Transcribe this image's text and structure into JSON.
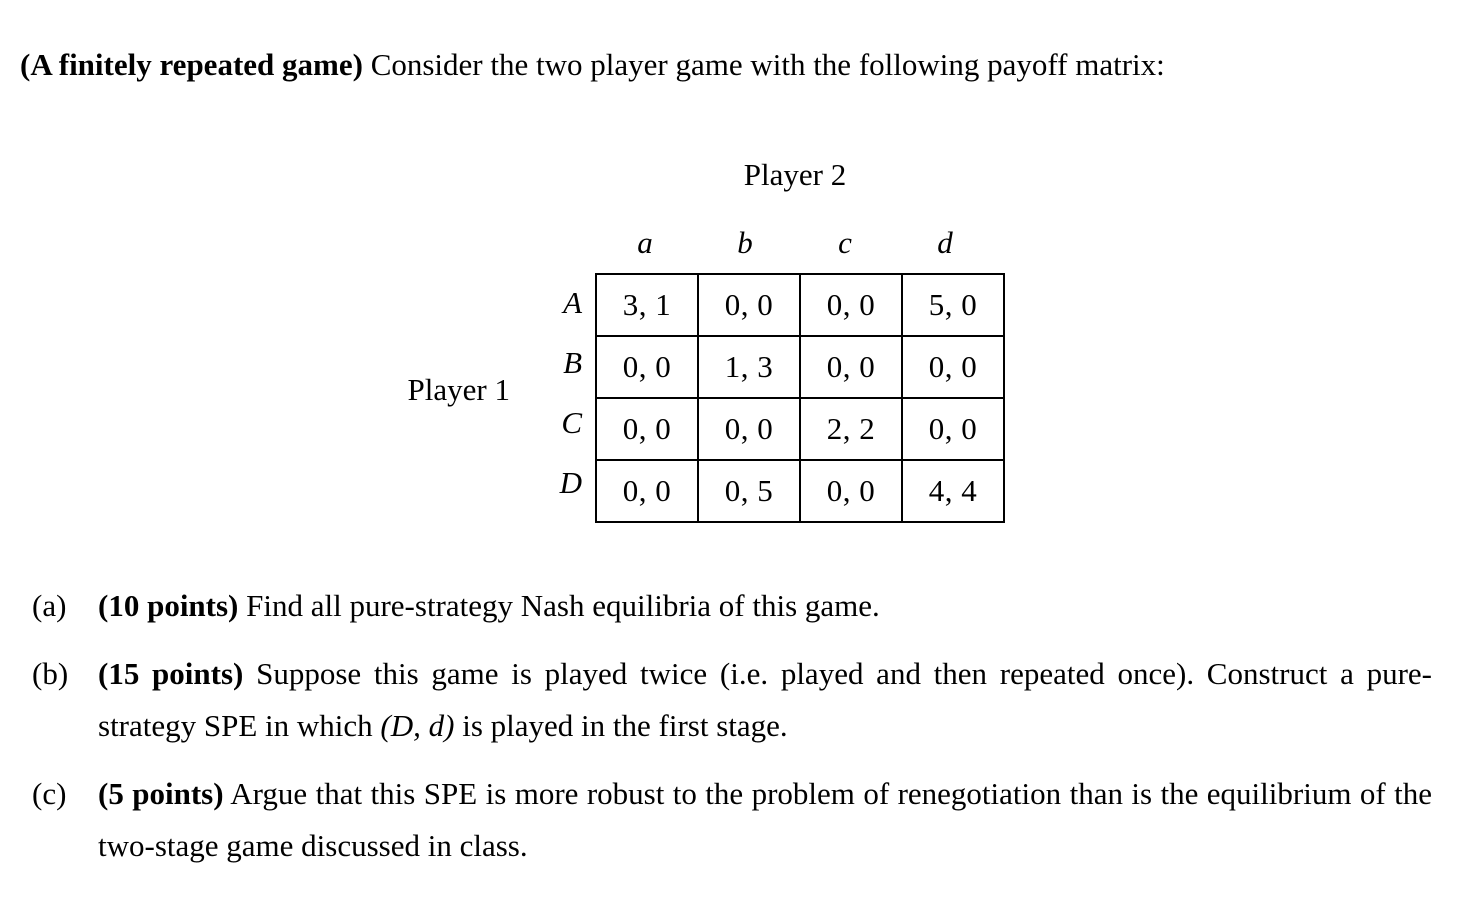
{
  "document": {
    "intro": {
      "lead": "(A finitely repeated game)",
      "body": " Consider the two player game with the following payoff matrix:"
    },
    "matrix": {
      "player2_label": "Player 2",
      "player1_label": "Player 1",
      "column_headers": [
        "a",
        "b",
        "c",
        "d"
      ],
      "row_headers": [
        "A",
        "B",
        "C",
        "D"
      ],
      "cells": [
        [
          "3, 1",
          "0, 0",
          "0, 0",
          "5, 0"
        ],
        [
          "0, 0",
          "1, 3",
          "0, 0",
          "0, 0"
        ],
        [
          "0, 0",
          "0, 0",
          "2, 2",
          "0, 0"
        ],
        [
          "0, 0",
          "0, 5",
          "0, 0",
          "4, 4"
        ]
      ]
    },
    "questions": [
      {
        "marker": "(a)",
        "points": "(10 points)",
        "text": " Find all pure-strategy Nash equilibria of this game.",
        "text_before_math": "",
        "math": "",
        "text_after_math": ""
      },
      {
        "marker": "(b)",
        "points": "(15 points)",
        "text": "",
        "text_before_math": " Suppose this game is played twice (i.e.  played and then repeated once). Construct a pure-strategy SPE in which ",
        "math": "(D, d)",
        "text_after_math": " is played in the first stage."
      },
      {
        "marker": "(c)",
        "points": "(5 points)",
        "text": " Argue that this SPE is more robust to the problem of renegotiation than is the equilibrium of the two-stage game discussed in class.",
        "text_before_math": "",
        "math": "",
        "text_after_math": ""
      }
    ]
  },
  "colors": {
    "background": "#ffffff",
    "text": "#000000",
    "table_border": "#000000"
  }
}
